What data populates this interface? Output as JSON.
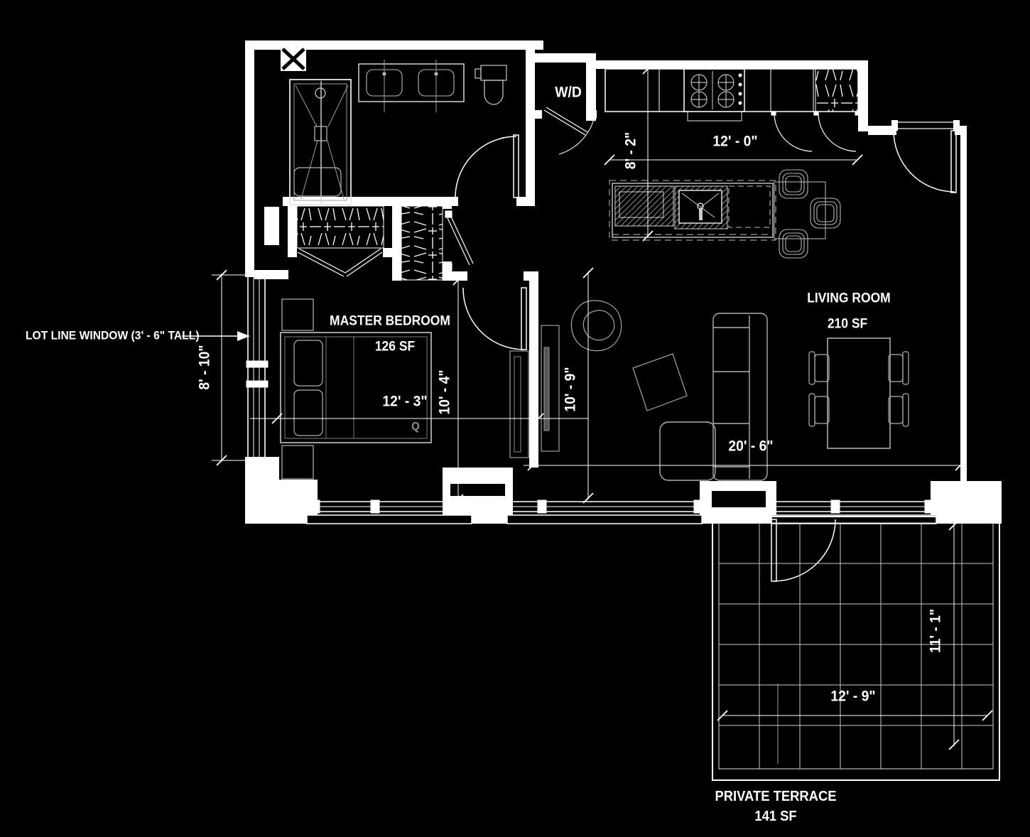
{
  "plan_type": "apartment floor plan",
  "colors": {
    "background": "#000000",
    "walls": "#ffffff",
    "dimension_lines": "#ffffff",
    "furniture": "#a5a5a5",
    "terrace_grid": "#c9c9c9"
  },
  "rooms": {
    "master_bedroom": {
      "name": "MASTER BEDROOM",
      "area": "126 SF",
      "dim_width": "12' - 3\"",
      "dim_depth": "10' - 4\"",
      "bed_label": "Q"
    },
    "living_room": {
      "name": "LIVING ROOM",
      "area": "210 SF",
      "dim_width": "20' - 6\"",
      "dim_depth": "10' - 9\""
    },
    "kitchen": {
      "dim_width": "12' - 0\"",
      "dim_depth": "8' - 2\""
    },
    "terrace": {
      "name": "PRIVATE TERRACE",
      "area": "141 SF",
      "dim_width": "12' - 9\"",
      "dim_depth": "11' - 1\""
    },
    "laundry": {
      "label": "W/D"
    }
  },
  "annotations": {
    "lot_line_note": "LOT LINE WINDOW (3' - 6\" TALL)",
    "lot_line_window_height": "8' - 10\""
  }
}
